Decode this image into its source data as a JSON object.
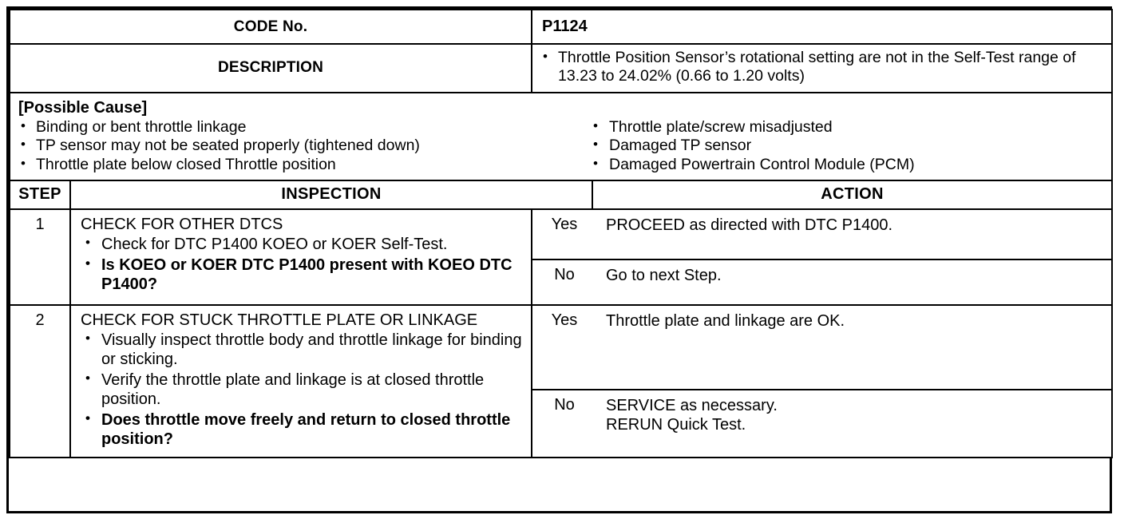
{
  "document": {
    "type": "dtc-diagnostic-table",
    "code_label": "CODE No.",
    "code_value": "P1124",
    "description_label": "DESCRIPTION",
    "description_items": [
      "Throttle Position Sensor’s rotational setting are not in the Self-Test range of 13.23 to 24.02% (0.66 to 1.20 volts)"
    ]
  },
  "possible_cause": {
    "title": "[Possible Cause]",
    "left_items": [
      "Binding or bent throttle linkage",
      "TP sensor may not be seated properly (tightened down)",
      "Throttle plate below closed Throttle position"
    ],
    "right_items": [
      "Throttle plate/screw misadjusted",
      "Damaged TP sensor",
      "Damaged Powertrain Control Module (PCM)"
    ]
  },
  "columns": {
    "step": "STEP",
    "inspection": "INSPECTION",
    "action": "ACTION"
  },
  "steps": [
    {
      "number": "1",
      "inspection_title": "CHECK FOR OTHER DTCS",
      "inspection_items": [
        {
          "text": "Check for DTC P1400 KOEO or KOER Self-Test.",
          "bold": false
        },
        {
          "text": "Is KOEO or KOER DTC P1400 present with KOEO DTC P1400?",
          "bold": true
        }
      ],
      "results": [
        {
          "key": "Yes",
          "lines": [
            "PROCEED as directed with DTC P1400."
          ]
        },
        {
          "key": "No",
          "lines": [
            "Go to next Step."
          ]
        }
      ]
    },
    {
      "number": "2",
      "inspection_title": "CHECK FOR STUCK THROTTLE PLATE OR LINKAGE",
      "inspection_items": [
        {
          "text": "Visually inspect throttle body and throttle linkage for binding or sticking.",
          "bold": false
        },
        {
          "text": "Verify the throttle plate and linkage is at closed throttle position.",
          "bold": false
        },
        {
          "text": "Does throttle move freely and return to closed throttle position?",
          "bold": true
        }
      ],
      "results": [
        {
          "key": "Yes",
          "lines": [
            "Throttle plate and linkage are OK."
          ]
        },
        {
          "key": "No",
          "lines": [
            "SERVICE as necessary.",
            "RERUN Quick Test."
          ]
        }
      ]
    }
  ]
}
